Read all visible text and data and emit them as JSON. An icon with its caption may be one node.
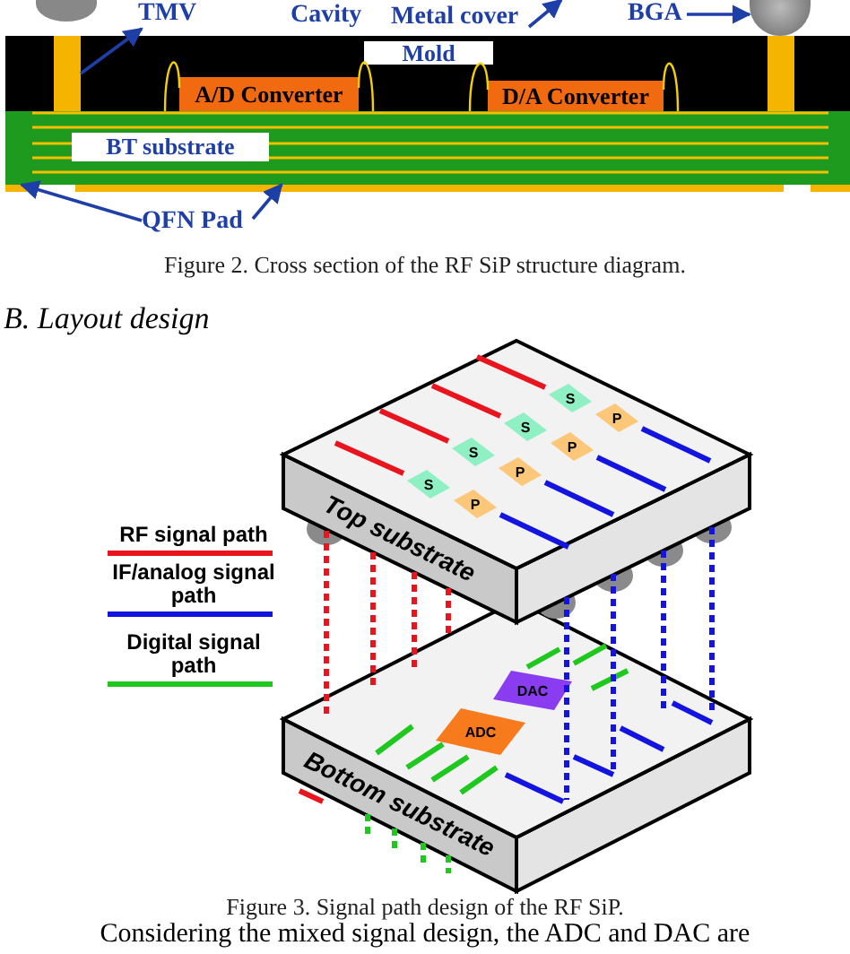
{
  "diagram": {
    "nodes": [
      {
        "text": [
          "TMV"
        ]
      },
      {
        "text": [
          "Metal cover"
        ]
      },
      {
        "text": [
          "BGA"
        ]
      },
      {
        "text": [],
        "shape": "circle"
      },
      {
        "text": [
          "Mold"
        ]
      },
      {
        "text": [],
        "shape": "bar",
        "in": 4
      },
      {
        "text": [
          "A/D Converter"
        ],
        "in": 4
      },
      {
        "text": [
          "D/A Converter"
        ],
        "in": 4
      },
      {
        "text": [
          "BT substrate"
        ]
      },
      {
        "text": [],
        "shape": "bar"
      },
      {
        "text": [],
        "shape": "bar"
      },
      {
        "text": [
          "QFN Pad"
        ]
      },
      {
        "text": [
          "Top substrate"
        ]
      },
      {
        "text": [
          "S"
        ],
        "in": 12
      },
      {
        "text": [
          "P"
        ],
        "in": 12
      },
      {
        "text": [
          "S"
        ],
        "in": 12
      },
      {
        "text": [
          "P"
        ],
        "in": 12
      },
      {
        "text": [
          "S"
        ],
        "in": 12
      },
      {
        "text": [
          "P"
        ],
        "in": 12
      },
      {
        "text": [
          "S"
        ],
        "in": 12
      },
      {
        "text": [
          "P"
        ],
        "in": 12
      },
      {
        "text": [
          "Bottom substrate"
        ]
      },
      {
        "text": [
          "DAC"
        ],
        "in": 21
      },
      {
        "text": [
          "ADC"
        ],
        "in": 21
      }
    ],
    "edges": [
      {
        "from": 5,
        "to": 0,
        "arrow": "to"
      },
      {
        "from": 1,
        "to": null,
        "arrow": "to"
      },
      {
        "from": 2,
        "to": 3,
        "arrow": "to"
      },
      {
        "from": 11,
        "to": 9,
        "arrow": "to"
      },
      {
        "from": 11,
        "to": 10,
        "arrow": "to"
      },
      {
        "from": 6,
        "to": 8,
        "arrow": "none",
        "color": "#f5d000"
      },
      {
        "from": 6,
        "to": 8,
        "arrow": "none",
        "color": "#f5d000"
      },
      {
        "from": 7,
        "to": 8,
        "arrow": "none",
        "color": "#f5d000"
      },
      {
        "from": 7,
        "to": 8,
        "arrow": "none",
        "color": "#f5d000"
      },
      {
        "from": 12,
        "to": 21,
        "arrow": "none",
        "style": "dashed",
        "color": "#e8141e"
      },
      {
        "from": 12,
        "to": 21,
        "arrow": "none",
        "style": "dashed",
        "color": "#e8141e"
      },
      {
        "from": 12,
        "to": 21,
        "arrow": "none",
        "style": "dashed",
        "color": "#e8141e"
      },
      {
        "from": 12,
        "to": 21,
        "arrow": "none",
        "style": "dashed",
        "color": "#e8141e"
      },
      {
        "from": 12,
        "to": 21,
        "arrow": "none",
        "style": "dashed",
        "color": "#1414e0"
      },
      {
        "from": 12,
        "to": 21,
        "arrow": "none",
        "style": "dashed",
        "color": "#1414e0"
      },
      {
        "from": 12,
        "to": 21,
        "arrow": "none",
        "style": "dashed",
        "color": "#1414e0"
      },
      {
        "from": 12,
        "to": 21,
        "arrow": "none",
        "style": "dashed",
        "color": "#1414e0"
      },
      {
        "from": 21,
        "to": null,
        "arrow": "none",
        "style": "dashed",
        "color": "#1ec81e"
      },
      {
        "from": 21,
        "to": null,
        "arrow": "none",
        "style": "dashed",
        "color": "#1ec81e"
      },
      {
        "from": 21,
        "to": null,
        "arrow": "none",
        "style": "dashed",
        "color": "#1ec81e"
      },
      {
        "from": 21,
        "to": null,
        "arrow": "none",
        "style": "dashed",
        "color": "#1ec81e"
      }
    ],
    "labels": [
      "Cavity",
      "Figure 2. Cross section of the RF SiP structure diagram.",
      "B. Layout design",
      "Figure 3. Signal path design of the RF SiP.",
      "Considering the mixed signal design, the ADC and DAC are"
    ],
    "legend": [
      {
        "text": "RF signal path"
      },
      {
        "text": "IF/analog signal path"
      },
      {
        "text": "Digital signal path"
      }
    ]
  }
}
